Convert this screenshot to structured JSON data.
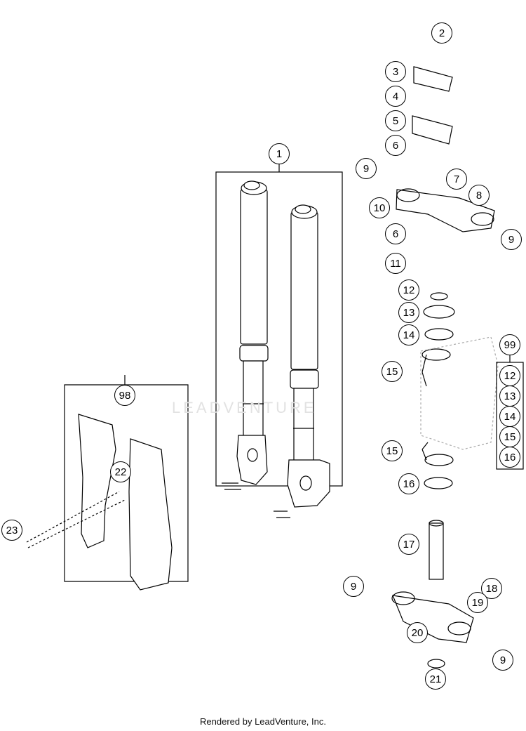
{
  "watermark": "LEADVENTURE",
  "footer": "Rendered by LeadVenture, Inc.",
  "callouts": {
    "c1": "1",
    "c2": "2",
    "c3": "3",
    "c4": "4",
    "c5": "5",
    "c6a": "6",
    "c6b": "6",
    "c7": "7",
    "c8": "8",
    "c9a": "9",
    "c9b": "9",
    "c9c": "9",
    "c9d": "9",
    "c10": "10",
    "c11": "11",
    "c12": "12",
    "c13": "13",
    "c14": "14",
    "c15a": "15",
    "c15b": "15",
    "c16": "16",
    "c17": "17",
    "c18": "18",
    "c19": "19",
    "c20": "20",
    "c21": "21",
    "c22": "22",
    "c23": "23",
    "c98": "98",
    "c99": "99"
  },
  "kit99": [
    "12",
    "13",
    "14",
    "15",
    "16"
  ]
}
